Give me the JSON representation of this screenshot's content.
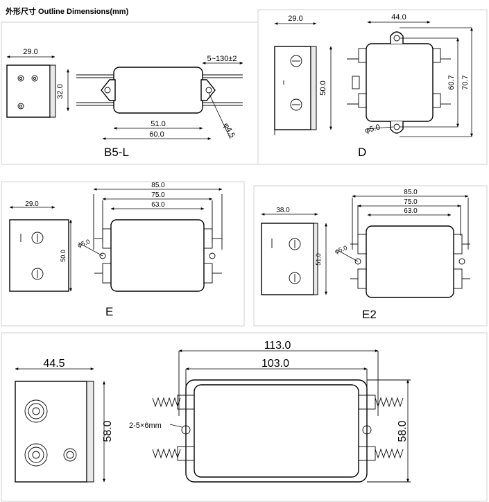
{
  "header": {
    "title": "外形尺寸  Outline Dimensions(mm)"
  },
  "models": {
    "b5l": {
      "label": "B5-L",
      "side_width": "29.0",
      "height": "32.0",
      "wire": "5~130±2",
      "inner_width": "51.0",
      "outer_width": "60.0",
      "hole": "φ4.5"
    },
    "d": {
      "label": "D",
      "side_width": "29.0",
      "side_height": "50.0",
      "width": "44.0",
      "height_inner": "60.7",
      "height_outer": "70.7",
      "hole": "φ5.0"
    },
    "e": {
      "label": "E",
      "side_width": "29.0",
      "side_height": "50.0",
      "w1": "85.0",
      "w2": "75.0",
      "w3": "63.0",
      "hole": "φ5.0"
    },
    "e2": {
      "label": "E2",
      "side_width": "38.0",
      "side_height": "51.0",
      "w1": "85.0",
      "w2": "75.0",
      "w3": "63.0",
      "hole": "φ5.0"
    },
    "large": {
      "side_width": "44.5",
      "side_height": "58.0",
      "w_outer": "113.0",
      "w_inner": "103.0",
      "height": "58.0",
      "slot": "2-5×6mm"
    }
  }
}
